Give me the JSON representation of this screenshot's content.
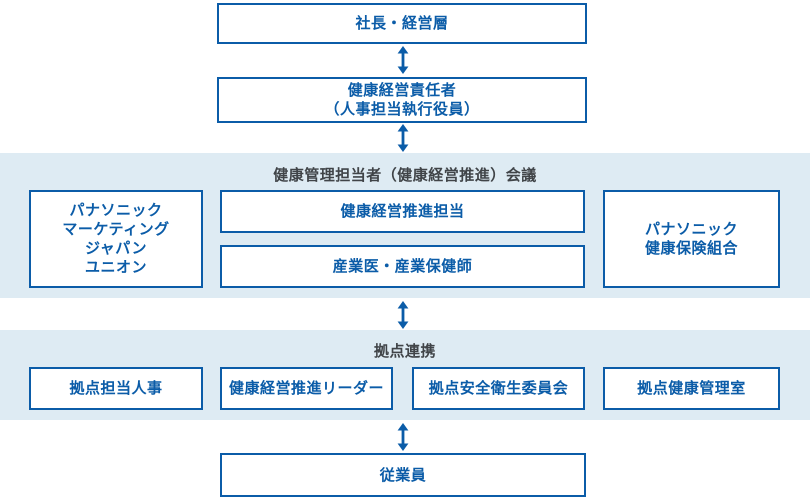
{
  "colors": {
    "accent_blue": "#0b5ca8",
    "band_background": "#deebf3",
    "heading_gray": "#404448",
    "box_background": "#ffffff"
  },
  "top": {
    "president": "社長・経営層",
    "health_executive": "健康経営責任者\n（人事担当執行役員）"
  },
  "council": {
    "heading": "健康管理担当者（健康経営推進）会議",
    "union": "パナソニック\nマーケティング\nジャパン\nユニオン",
    "promotion": "健康経営推進担当",
    "occupational": "産業医・産業保健師",
    "insurance": "パナソニック\n健康保険組合"
  },
  "sites": {
    "heading": "拠点連携",
    "hr": "拠点担当人事",
    "leader": "健康経営推進リーダー",
    "safety_committee": "拠点安全衛生委員会",
    "health_office": "拠点健康管理室"
  },
  "bottom": {
    "employees": "従業員"
  },
  "icons": {
    "double_arrow": "double-arrow-icon"
  }
}
